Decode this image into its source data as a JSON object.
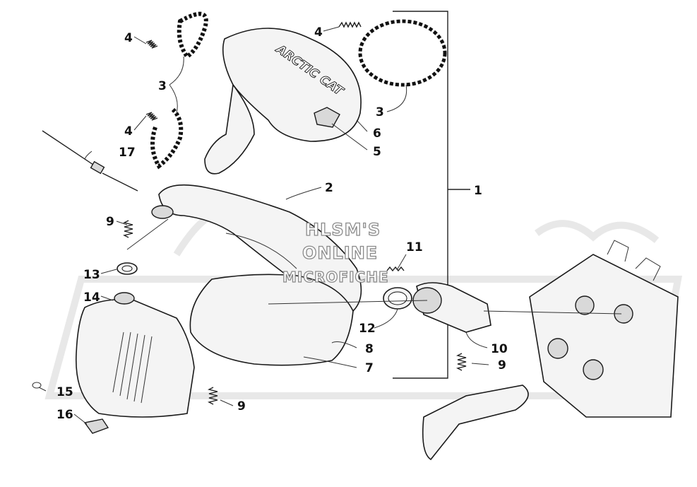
{
  "watermark": {
    "line1": "HLSM'S",
    "line2": "ONLINE",
    "line3": "MICROFICHE"
  },
  "brand_text": "ARCTIC CAT",
  "callouts": [
    {
      "id": "c4a",
      "label": "4"
    },
    {
      "id": "c3a",
      "label": "3"
    },
    {
      "id": "c4b",
      "label": "4"
    },
    {
      "id": "c17",
      "label": "17"
    },
    {
      "id": "c9a",
      "label": "9"
    },
    {
      "id": "c13",
      "label": "13"
    },
    {
      "id": "c14",
      "label": "14"
    },
    {
      "id": "c15",
      "label": "15"
    },
    {
      "id": "c16",
      "label": "16"
    },
    {
      "id": "c4c",
      "label": "4"
    },
    {
      "id": "c3b",
      "label": "3"
    },
    {
      "id": "c6",
      "label": "6"
    },
    {
      "id": "c5",
      "label": "5"
    },
    {
      "id": "c2",
      "label": "2"
    },
    {
      "id": "c1",
      "label": "1"
    },
    {
      "id": "c11",
      "label": "11"
    },
    {
      "id": "c12",
      "label": "12"
    },
    {
      "id": "c10",
      "label": "10"
    },
    {
      "id": "c8",
      "label": "8"
    },
    {
      "id": "c7",
      "label": "7"
    },
    {
      "id": "c9b",
      "label": "9"
    },
    {
      "id": "c9c",
      "label": "9"
    }
  ]
}
